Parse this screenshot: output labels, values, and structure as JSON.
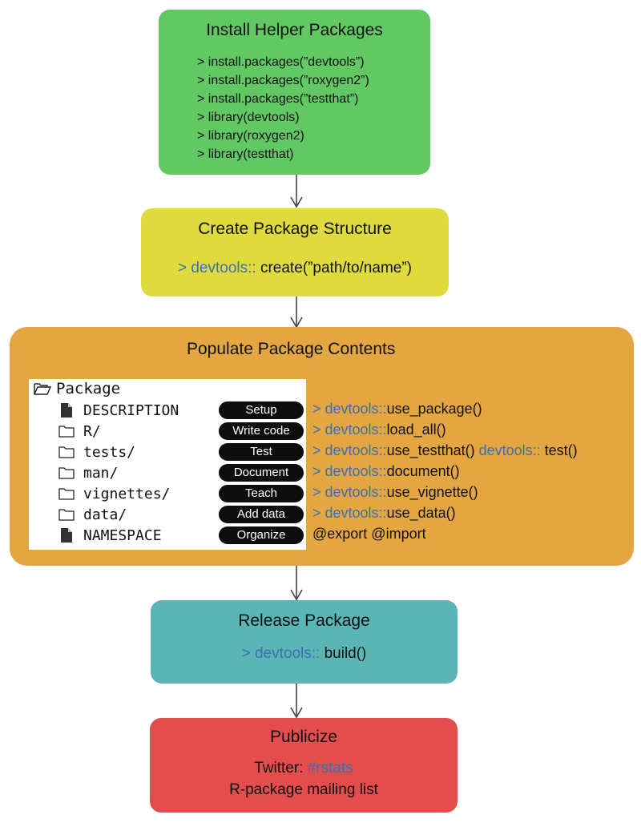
{
  "install": {
    "title": "Install Helper Packages",
    "lines": [
      "> install.packages(”devtools”)",
      "> install.packages(”roxygen2”)",
      "> install.packages(”testthat”)",
      "> library(devtools)",
      "> library(roxygen2)",
      "> library(testthat)"
    ]
  },
  "create": {
    "title": "Create Package Structure",
    "prefix": "> devtools::",
    "command": " create(”path/to/name”)"
  },
  "populate": {
    "title": "Populate Package Contents",
    "root": "Package",
    "rows": [
      {
        "name": "DESCRIPTION",
        "icon": "file-icon",
        "pill": "Setup",
        "prefix": "> devtools::",
        "command": "use_package()",
        "prefix2": "",
        "command2": ""
      },
      {
        "name": "R/",
        "icon": "folder-icon",
        "pill": "Write code",
        "prefix": "> devtools::",
        "command": "load_all()",
        "prefix2": "",
        "command2": ""
      },
      {
        "name": "tests/",
        "icon": "folder-icon",
        "pill": "Test",
        "prefix": "> devtools::",
        "command": "use_testthat()",
        "prefix2": " devtools::",
        "command2": " test()"
      },
      {
        "name": "man/",
        "icon": "folder-icon",
        "pill": "Document",
        "prefix": "> devtools::",
        "command": "document()",
        "prefix2": "",
        "command2": ""
      },
      {
        "name": "vignettes/",
        "icon": "folder-icon",
        "pill": "Teach",
        "prefix": "> devtools::",
        "command": "use_vignette()",
        "prefix2": "",
        "command2": ""
      },
      {
        "name": "data/",
        "icon": "folder-icon",
        "pill": "Add data",
        "prefix": "> devtools::",
        "command": "use_data()",
        "prefix2": "",
        "command2": ""
      },
      {
        "name": "NAMESPACE",
        "icon": "file-icon",
        "pill": "Organize",
        "prefix": "",
        "command": "@export  @import",
        "prefix2": "",
        "command2": ""
      }
    ]
  },
  "release": {
    "title": "Release Package",
    "prefix": "> devtools::",
    "command": " build()"
  },
  "publicize": {
    "title": "Publicize",
    "twitter_label": "Twitter: ",
    "twitter_tag": "#rstats",
    "mailing": "R-package mailing list"
  },
  "colors": {
    "install": "#61c864",
    "create": "#dfdb3e",
    "populate": "#e3a641",
    "release": "#5ab5b4",
    "publicize": "#e34d4d",
    "code_blue": "#3a6fb5"
  }
}
